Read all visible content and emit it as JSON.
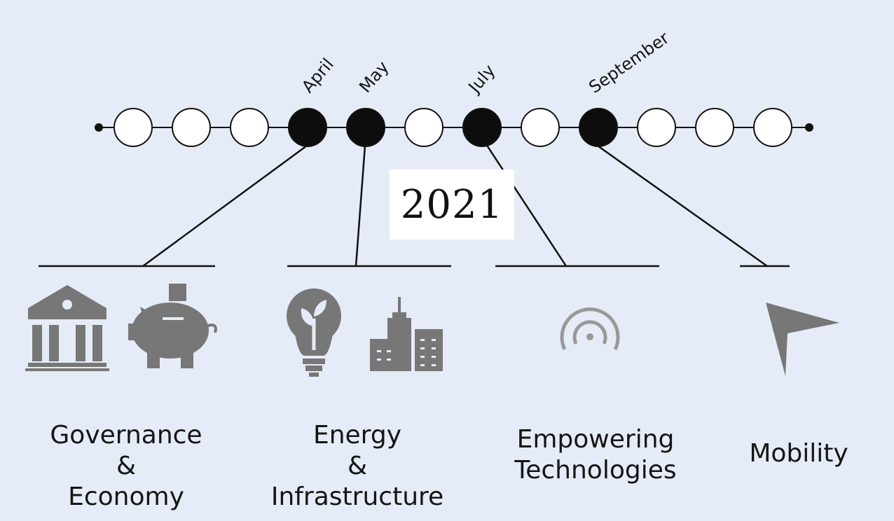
{
  "year": "2021",
  "months": [
    {
      "label": "April",
      "filled": true
    },
    {
      "label": "May",
      "filled": true
    },
    {
      "label": "July",
      "filled": true
    },
    {
      "label": "September",
      "filled": true
    }
  ],
  "slots_filled": [
    false,
    false,
    false,
    true,
    true,
    false,
    true,
    false,
    true,
    false,
    false,
    false
  ],
  "categories": [
    {
      "line1": "Governance",
      "line2": "&",
      "line3": "Economy",
      "icons": [
        "bank-icon",
        "piggy-bank-icon"
      ]
    },
    {
      "line1": "Energy",
      "line2": "&",
      "line3": "Infrastructure",
      "icons": [
        "lightbulb-leaf-icon",
        "city-buildings-icon"
      ]
    },
    {
      "line1": "Empowering",
      "line2": "Technologies",
      "icons": [
        "wireless-signal-icon"
      ]
    },
    {
      "line1": "Mobility",
      "icons": [
        "navigation-arrow-icon"
      ]
    }
  ],
  "colors": {
    "background": "#e6ecf7",
    "icon": "#777777",
    "filled_node": "#0d0d0d"
  }
}
